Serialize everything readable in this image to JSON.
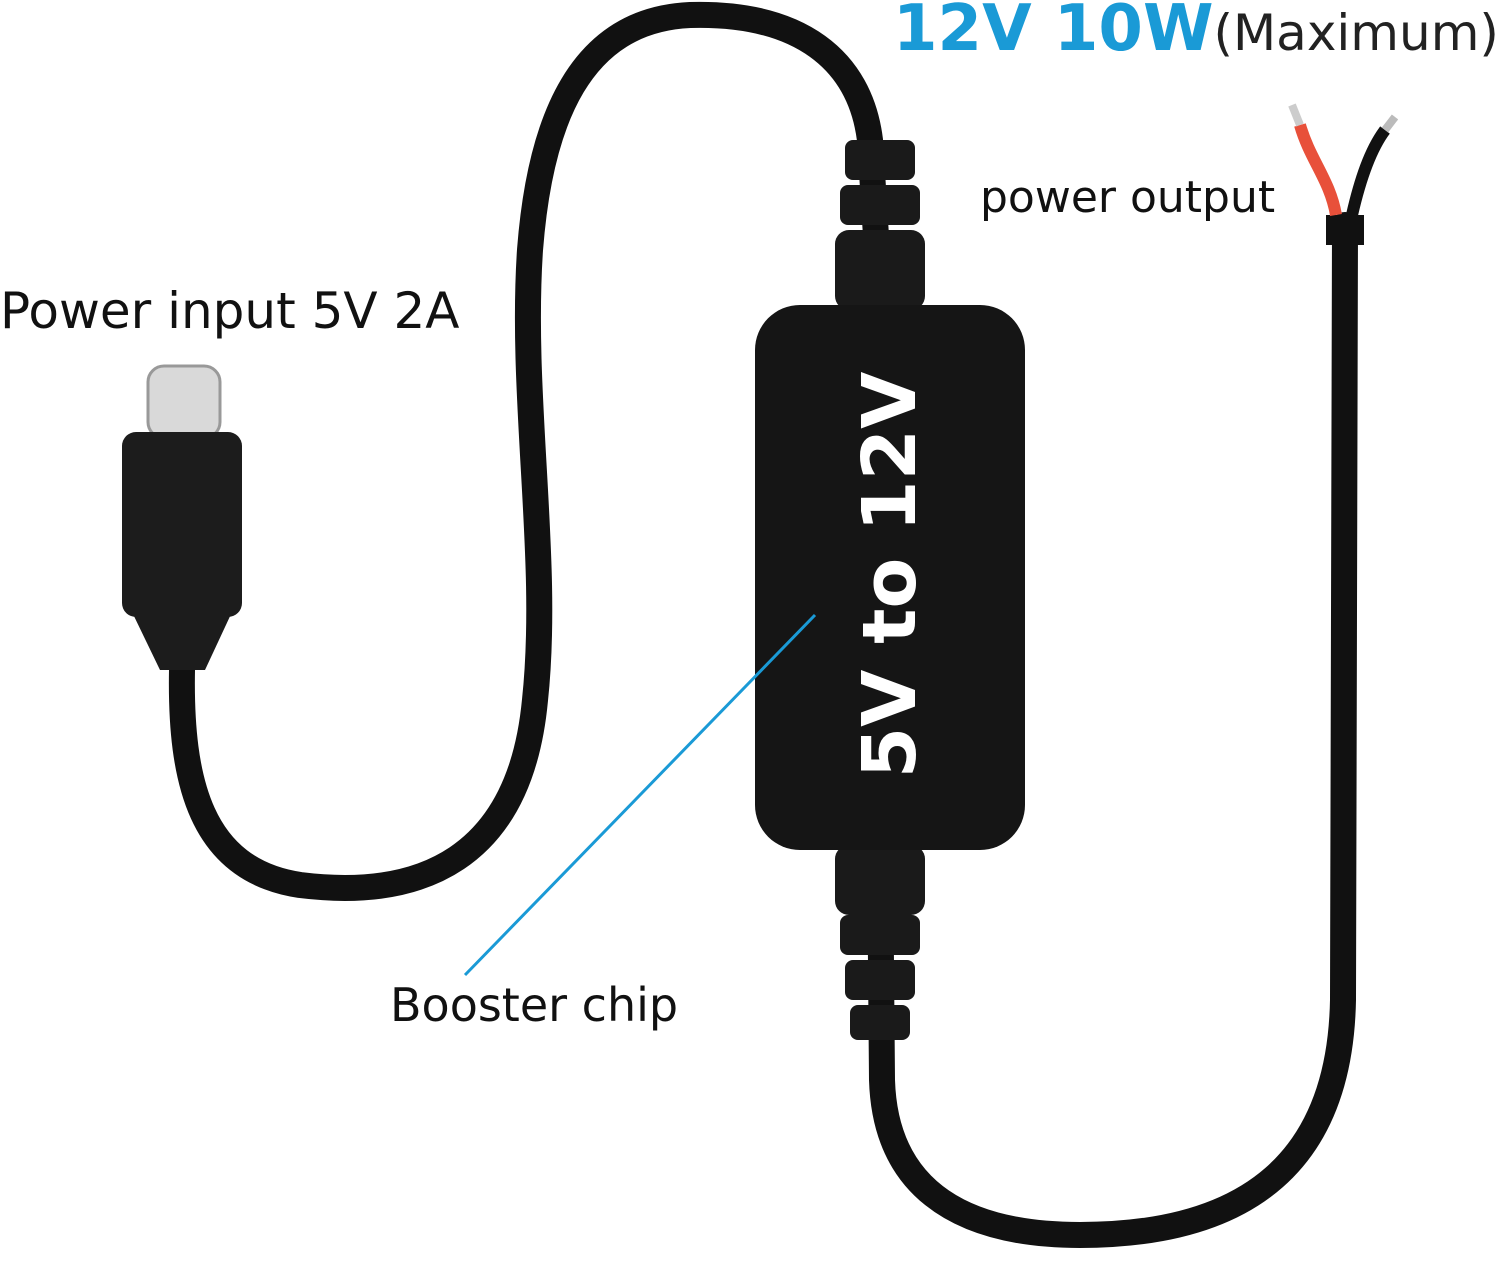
{
  "header": {
    "rating_value": "12V 10W",
    "rating_note": "(Maximum)"
  },
  "labels": {
    "power_input": "Power input 5V 2A",
    "power_output": "power output",
    "booster_chip": "Booster chip",
    "module_text": "5V to 12V"
  },
  "colors": {
    "accent": "#1a9ad6",
    "cable": "#111111",
    "red_wire": "#e8503a"
  }
}
